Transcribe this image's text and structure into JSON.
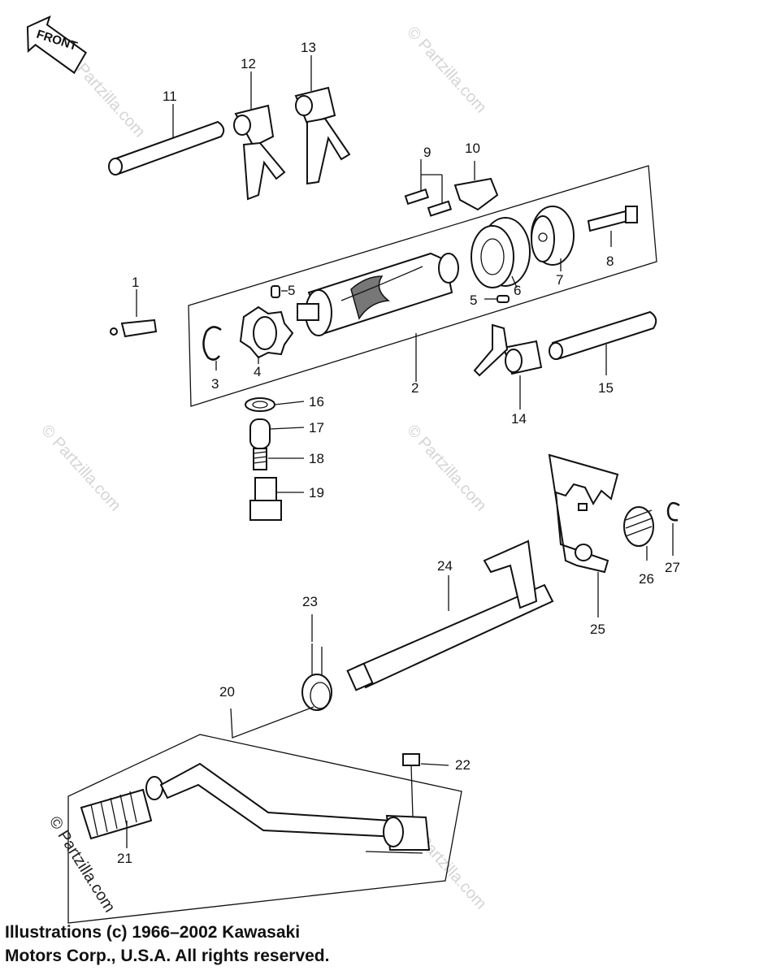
{
  "front_badge": "FRONT",
  "watermark": "© Partzilla.com",
  "copyright": {
    "line1": "Illustrations (c) 1966–2002 Kawasaki",
    "line2": "Motors Corp., U.S.A.  All rights reserved."
  },
  "labels": {
    "p1": "1",
    "p2": "2",
    "p3": "3",
    "p4": "4",
    "p5a": "5",
    "p5b": "5",
    "p6": "6",
    "p7": "7",
    "p8": "8",
    "p9": "9",
    "p10": "10",
    "p11": "11",
    "p12": "12",
    "p13": "13",
    "p14": "14",
    "p15": "15",
    "p16": "16",
    "p17": "17",
    "p18": "18",
    "p19": "19",
    "p20": "20",
    "p21": "21",
    "p22": "22",
    "p23": "23",
    "p24": "24",
    "p25": "25",
    "p26": "26",
    "p27": "27"
  }
}
